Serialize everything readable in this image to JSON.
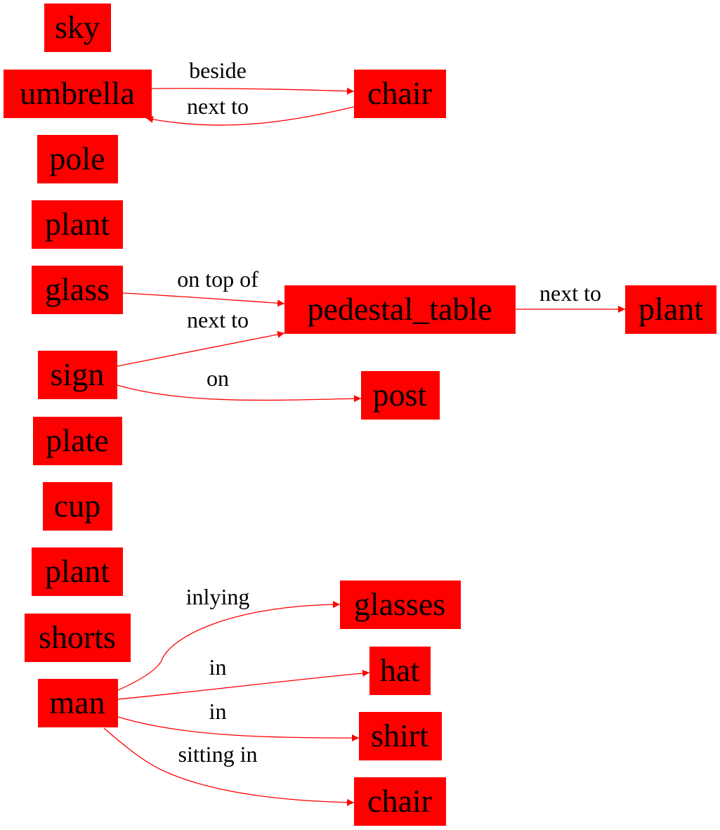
{
  "colors": {
    "node_fill": "#ff0000",
    "edge": "#ff0000",
    "text": "#000000",
    "background": "#ffffff"
  },
  "nodes": {
    "sky": "sky",
    "umbrella": "umbrella",
    "chair_top": "chair",
    "pole": "pole",
    "plant_1": "plant",
    "glass": "glass",
    "pedestal_table": "pedestal_table",
    "plant_right": "plant",
    "sign": "sign",
    "post": "post",
    "plate": "plate",
    "cup": "cup",
    "plant_2": "plant",
    "shorts": "shorts",
    "man": "man",
    "glasses": "glasses",
    "hat": "hat",
    "shirt": "shirt",
    "chair_bottom": "chair"
  },
  "edges": {
    "umbrella_beside_chair": "beside",
    "chair_next_to_umbrella": "next to",
    "glass_on_top_of_pedestal_table": "on top of",
    "sign_next_to_pedestal_table": "next to",
    "pedestal_table_next_to_plant": "next to",
    "sign_on_post": "on",
    "man_inlying_glasses": "inlying",
    "man_in_hat": "in",
    "man_in_shirt": "in",
    "man_sitting_in_chair": "sitting in"
  }
}
